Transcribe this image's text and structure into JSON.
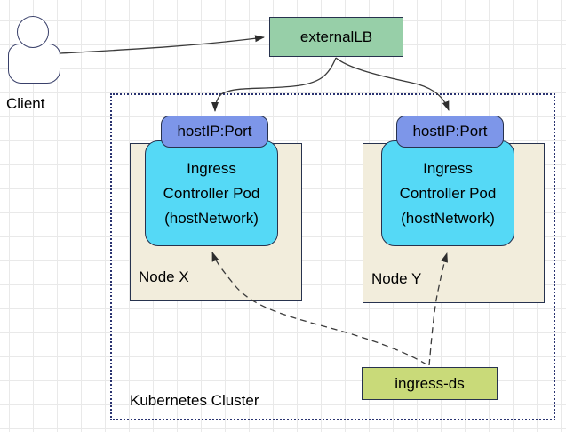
{
  "client": {
    "label": "Client"
  },
  "external_lb": {
    "label": "externalLB"
  },
  "cluster": {
    "label": "Kubernetes Cluster",
    "nodes": [
      {
        "name": "Node X",
        "host_port": "hostIP:Port",
        "pod": {
          "line1": "Ingress",
          "line2": "Controller Pod",
          "line3": "(hostNetwork)"
        }
      },
      {
        "name": "Node Y",
        "host_port": "hostIP:Port",
        "pod": {
          "line1": "Ingress",
          "line2": "Controller Pod",
          "line3": "(hostNetwork)"
        }
      }
    ],
    "ingress_ds": {
      "label": "ingress-ds"
    }
  },
  "colors": {
    "external_lb_fill": "#97cfa8",
    "host_port_fill": "#7d96e9",
    "pod_fill": "#55d9f6",
    "node_fill": "#f2eddc",
    "ingress_ds_fill": "#c9da79",
    "shape_border": "#27324e",
    "cluster_border": "#2a3370",
    "arrow": "#3b3b3b",
    "grid_line": "#e9e9e9",
    "background": "#ffffff"
  }
}
